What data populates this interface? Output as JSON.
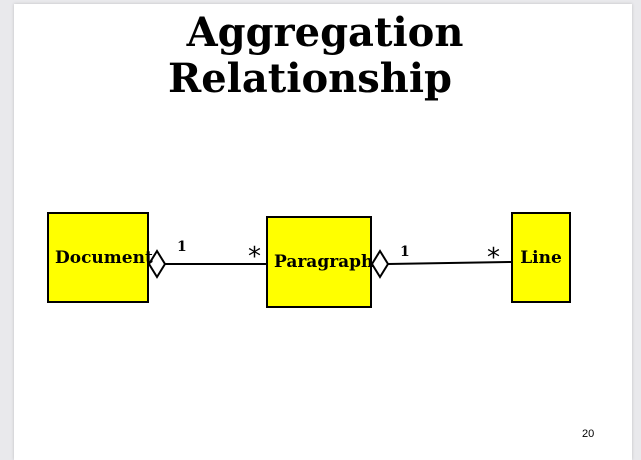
{
  "slide": {
    "title_line1": "Aggregation",
    "title_line2": "Relationship",
    "page_number": "20"
  },
  "diagram": {
    "classes": [
      {
        "id": "document",
        "label": "Document"
      },
      {
        "id": "paragraph",
        "label": "Paragraph"
      },
      {
        "id": "line",
        "label": "Line"
      }
    ],
    "associations": [
      {
        "whole": "Document",
        "part": "Paragraph",
        "whole_multiplicity": "1",
        "part_multiplicity": "*",
        "kind": "aggregation"
      },
      {
        "whole": "Paragraph",
        "part": "Line",
        "whole_multiplicity": "1",
        "part_multiplicity": "*",
        "kind": "aggregation"
      }
    ],
    "colors": {
      "class_fill": "#ffff00",
      "class_border": "#000000",
      "diamond_fill": "#ffffff"
    }
  }
}
